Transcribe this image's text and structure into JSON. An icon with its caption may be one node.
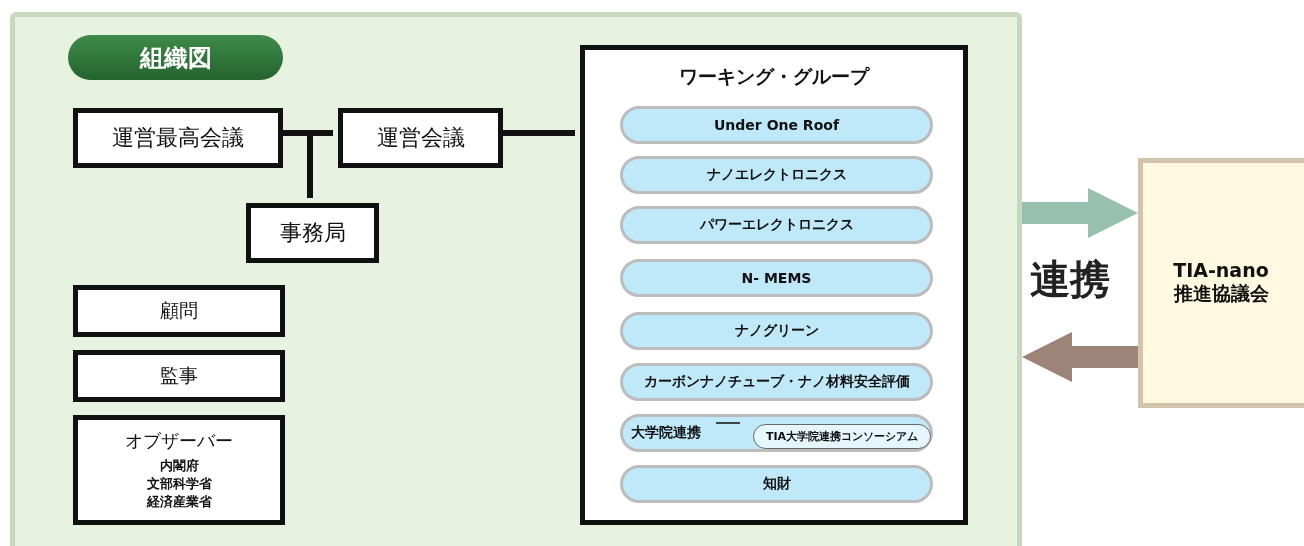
{
  "diagram": {
    "nodes": [
      {
        "text": [
          "組織図"
        ]
      },
      {
        "text": [
          "運営最高会議"
        ],
        "in": 0
      },
      {
        "text": [
          "運営会議"
        ],
        "in": 0
      },
      {
        "text": [
          "事務局"
        ],
        "in": 0
      },
      {
        "text": [
          "顧問"
        ],
        "in": 0
      },
      {
        "text": [
          "監事"
        ],
        "in": 0
      },
      {
        "text": [
          "オブザーバー",
          "内閣府",
          "文部科学省",
          "経済産業省"
        ],
        "in": 0
      },
      {
        "text": [
          "ワーキング・グループ"
        ],
        "in": 0
      },
      {
        "text": [
          "Under One Roof"
        ],
        "in": 7
      },
      {
        "text": [
          "ナノエレクトロニクス"
        ],
        "in": 7
      },
      {
        "text": [
          "パワーエレクトロニクス"
        ],
        "in": 7
      },
      {
        "text": [
          "N- MEMS"
        ],
        "in": 7
      },
      {
        "text": [
          "ナノグリーン"
        ],
        "in": 7
      },
      {
        "text": [
          "カーボンナノチューブ・ナノ材料安全評価"
        ],
        "in": 7
      },
      {
        "text": [
          "大学院連携"
        ],
        "in": 7
      },
      {
        "text": [
          "TIA大学院連携コンソーシアム"
        ],
        "in": 14
      },
      {
        "text": [
          "知財"
        ],
        "in": 7
      },
      {
        "text": [
          "TIA-nano 推進協議会"
        ]
      }
    ],
    "edges": [
      {
        "from": 1,
        "to": 2,
        "arrow": "none"
      },
      {
        "from": 1,
        "to": 3,
        "arrow": "none"
      },
      {
        "from": 2,
        "to": 7,
        "arrow": "none"
      },
      {
        "from": 14,
        "to": 15,
        "arrow": "none"
      },
      {
        "from": 0,
        "to": 17,
        "arrow": "to",
        "style": "thick",
        "color": "#97c1ae"
      },
      {
        "from": 17,
        "to": 0,
        "arrow": "to",
        "style": "thick",
        "color": "#9c8478"
      }
    ],
    "labels": [
      "連携"
    ]
  }
}
